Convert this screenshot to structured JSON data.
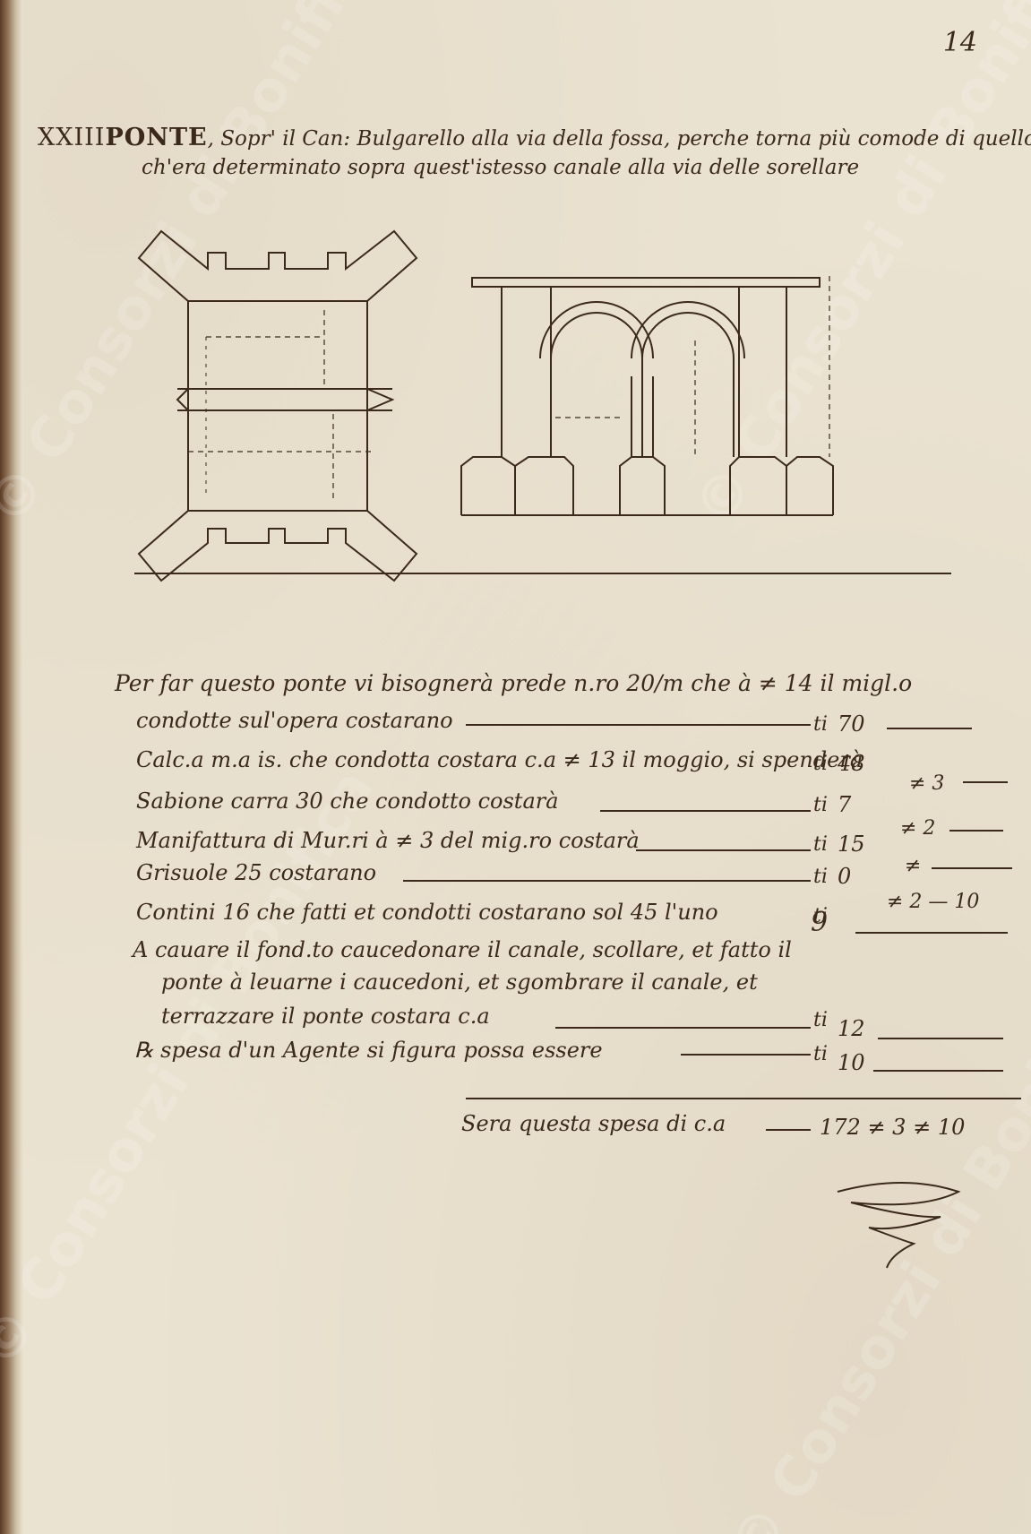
{
  "page_number": "14",
  "heading": {
    "number": "XXIII",
    "title": "PONTE",
    "line1": ", Sopr' il Can: Bulgarello alla via della fossa, perche torna più comode di quello",
    "line2": "ch'era determinato sopra quest'istesso canale alla via delle sorellare"
  },
  "intro": "Per far questo ponte vi bisognerà prede n.ro 20/m che à ≠ 14 il migl.o",
  "items": [
    {
      "desc": "condotte sul'opera costarano",
      "amount": "70",
      "extra": ""
    },
    {
      "desc": "Calc.a m.a is. che condotta costara c.a ≠ 13 il moggio, si spenderà",
      "amount": "48",
      "extra": "≠ 3"
    },
    {
      "desc": "Sabione carra 30 che condotto costarà",
      "amount": "7",
      "extra": "≠ 2"
    },
    {
      "desc": "Manifattura di Mur.ri à ≠ 3 del mig.ro costarà",
      "amount": "15",
      "extra": "≠"
    },
    {
      "desc": "Grisuole 25 costarano",
      "amount": "0",
      "extra": "≠ 2 — 10"
    },
    {
      "desc": "Contini 16 che fatti et condotti costarano sol 45 l'uno",
      "amount": "9",
      "extra": ""
    }
  ],
  "long_item": {
    "line1": "A cauare il fond.to caucedonare il canale, scollare, et fatto il",
    "line2": "ponte à leuarne i caucedoni, et sgombrare il canale, et",
    "line3": "terrazzare il ponte costara c.a",
    "amount": "12"
  },
  "agent_item": {
    "desc": "℞ spesa d'un Agente si figura possa essere",
    "amount": "10"
  },
  "total": {
    "label": "Sera questa spesa di c.a",
    "amount": "172 ≠ 3 ≠ 10"
  },
  "currency_mark": "ti",
  "watermark": "© Consorzi di Bonifica",
  "colors": {
    "ink": "#3b2a1c",
    "paper": "#ebe3d2"
  }
}
